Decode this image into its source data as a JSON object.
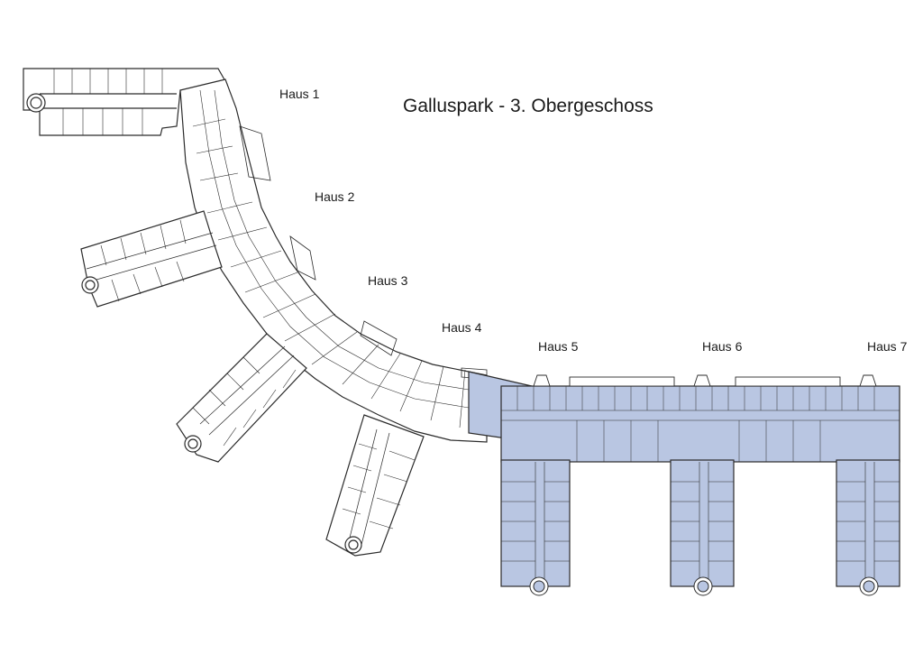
{
  "title": "Galluspark - 3. Obergeschoss",
  "buildings": [
    {
      "label": "Haus 1"
    },
    {
      "label": "Haus 2"
    },
    {
      "label": "Haus 3"
    },
    {
      "label": "Haus 4"
    },
    {
      "label": "Haus 5"
    },
    {
      "label": "Haus 6"
    },
    {
      "label": "Haus 7"
    }
  ],
  "colors": {
    "highlight_fill": "#b9c6e2",
    "wall": "#2b2b2b",
    "background": "#ffffff"
  }
}
